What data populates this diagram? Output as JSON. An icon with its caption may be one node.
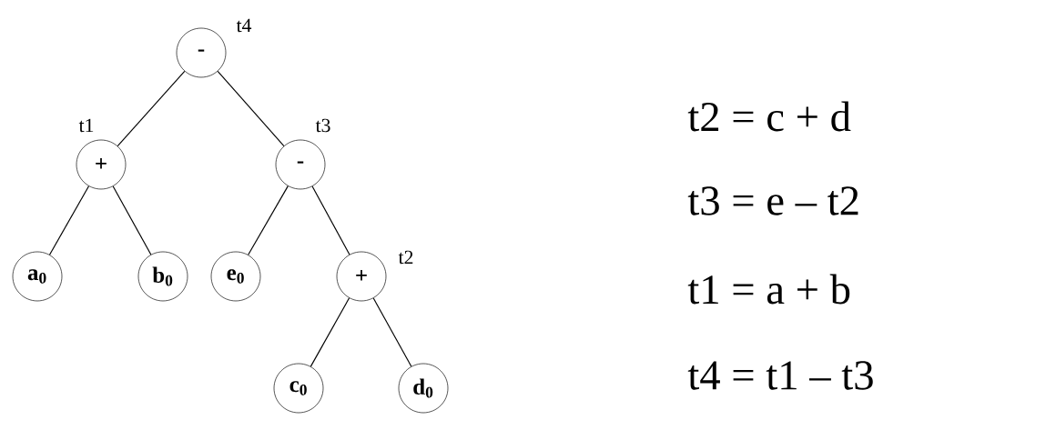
{
  "diagram": {
    "nodes": [
      {
        "text": [
          "-"
        ],
        "beside": [
          "t4"
        ]
      },
      {
        "text": [
          "+"
        ],
        "beside": [
          "t1"
        ]
      },
      {
        "text": [
          "-"
        ],
        "beside": [
          "t3"
        ]
      },
      {
        "text": [
          "a$_{0}$"
        ]
      },
      {
        "text": [
          "b$_{0}$"
        ]
      },
      {
        "text": [
          "e$_{0}$"
        ]
      },
      {
        "text": [
          "+"
        ],
        "beside": [
          "t2"
        ]
      },
      {
        "text": [
          "c$_{0}$"
        ]
      },
      {
        "text": [
          "d$_{0}$"
        ]
      }
    ],
    "edges": [
      {
        "from": 0,
        "to": 1,
        "arrow": "none"
      },
      {
        "from": 0,
        "to": 2,
        "arrow": "none"
      },
      {
        "from": 1,
        "to": 3,
        "arrow": "none"
      },
      {
        "from": 1,
        "to": 4,
        "arrow": "none"
      },
      {
        "from": 2,
        "to": 5,
        "arrow": "none"
      },
      {
        "from": 2,
        "to": 6,
        "arrow": "none"
      },
      {
        "from": 6,
        "to": 7,
        "arrow": "none"
      },
      {
        "from": 6,
        "to": 8,
        "arrow": "none"
      }
    ],
    "labels": [
      "t2 = c + d",
      "t3 = e – t2",
      "t1 = a + b",
      "t4 = t1 – t3"
    ]
  }
}
